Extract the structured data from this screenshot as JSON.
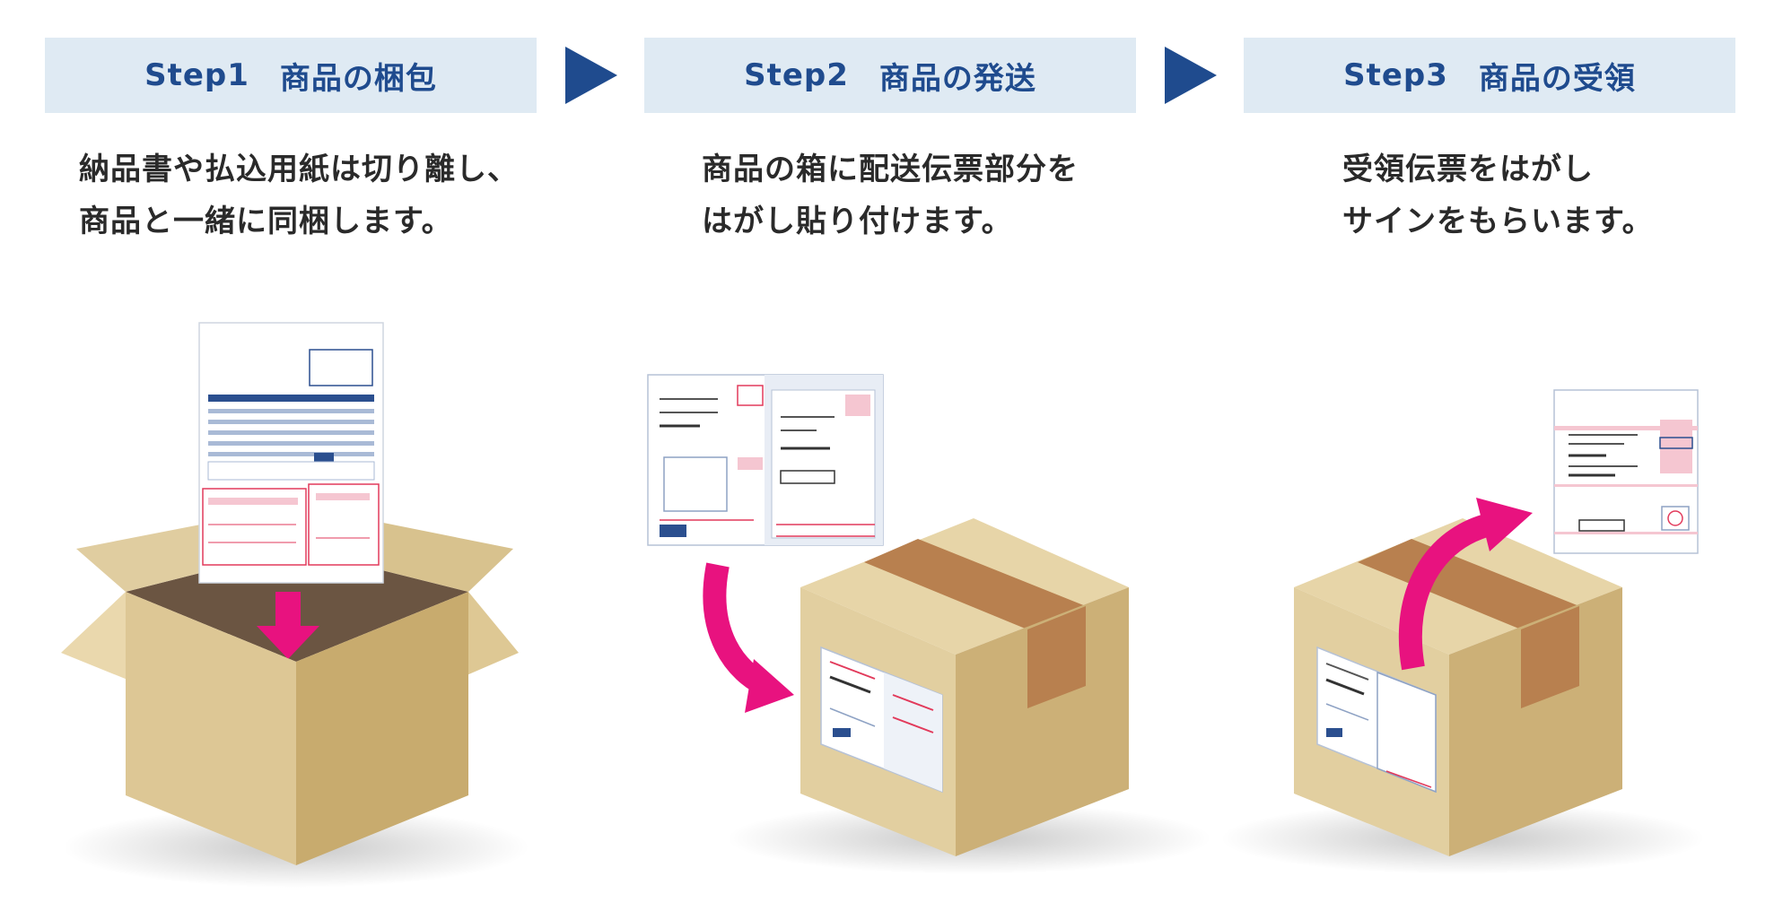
{
  "steps": [
    {
      "step_label": "Step1",
      "title": "商品の梱包",
      "description": [
        "納品書や払込用紙は切り離し、",
        "商品と一緒に同梱します。"
      ]
    },
    {
      "step_label": "Step2",
      "title": "商品の発送",
      "description": [
        "商品の箱に配送伝票部分を",
        "はがし貼り付けます。"
      ]
    },
    {
      "step_label": "Step3",
      "title": "商品の受領",
      "description": [
        "受領伝票をはがし",
        "サインをもらいます。"
      ]
    }
  ],
  "colors": {
    "header_bg": "#dfeaf3",
    "header_text": "#1f4b8e",
    "arrow": "#1f4b8e",
    "accent_pink": "#e8127f",
    "box_light": "#e2cfa2",
    "box_mid": "#d5bd86",
    "box_dark": "#c6a96d",
    "tape": "#b8804f"
  },
  "icons": [
    "step-arrow-icon",
    "down-arrow-icon",
    "curved-arrow-icon",
    "cardboard-box-icon",
    "document-icon"
  ]
}
